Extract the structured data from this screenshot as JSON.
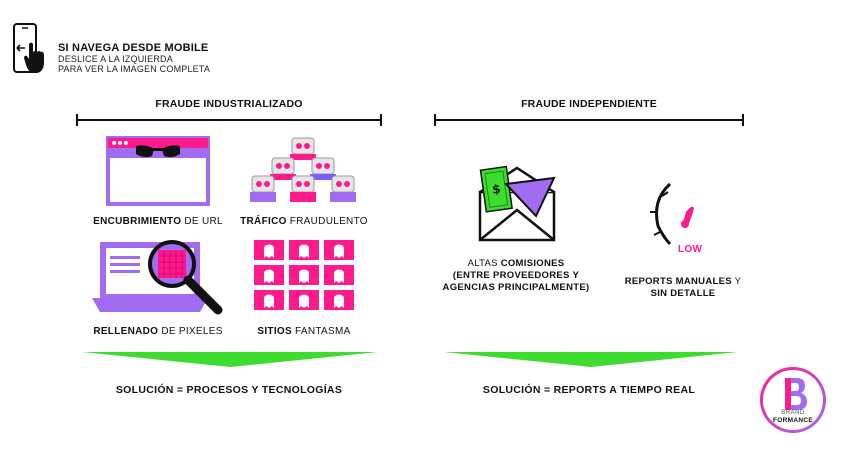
{
  "mobile_hint": {
    "title": "SI NAVEGA DESDE MOBILE",
    "line1": "DESLICE A LA IZQUIERDA",
    "line2": "PARA VER LA IMAGEN COMPLETA"
  },
  "left_section": {
    "title": "FRAUDE INDUSTRIALIZADO",
    "items": [
      {
        "bold": "ENCUBRIMIENTO",
        "rest": " DE URL"
      },
      {
        "bold": "TRÁFICO",
        "rest": " FRAUDULENTO"
      },
      {
        "bold": "RELLENADO",
        "rest": " DE PIXELES"
      },
      {
        "bold": "SITIOS",
        "rest": " FANTASMA"
      }
    ],
    "solution": "SOLUCIÓN = PROCESOS Y TECNOLOGÍAS"
  },
  "right_section": {
    "title": "FRAUDE INDEPENDIENTE",
    "item1": {
      "pre": "ALTAS ",
      "bold": "COMISIONES",
      "line2": "(ENTRE PROVEEDORES Y",
      "line3": "AGENCIAS PRINCIPALMENTE)"
    },
    "item2": {
      "bold": "REPORTS MANUALES",
      "rest": " Y",
      "line2": "SIN DETALLE"
    },
    "gauge_label": "LOW",
    "solution": "SOLUCIÓN = REPORTS A TIEMPO REAL"
  },
  "logo": {
    "line1": "BRAND",
    "line2": "FORMANCE"
  },
  "colors": {
    "magenta": "#ff1a8c",
    "purple": "#a16cf0",
    "green": "#3ddc2e",
    "dark": "#111111"
  }
}
